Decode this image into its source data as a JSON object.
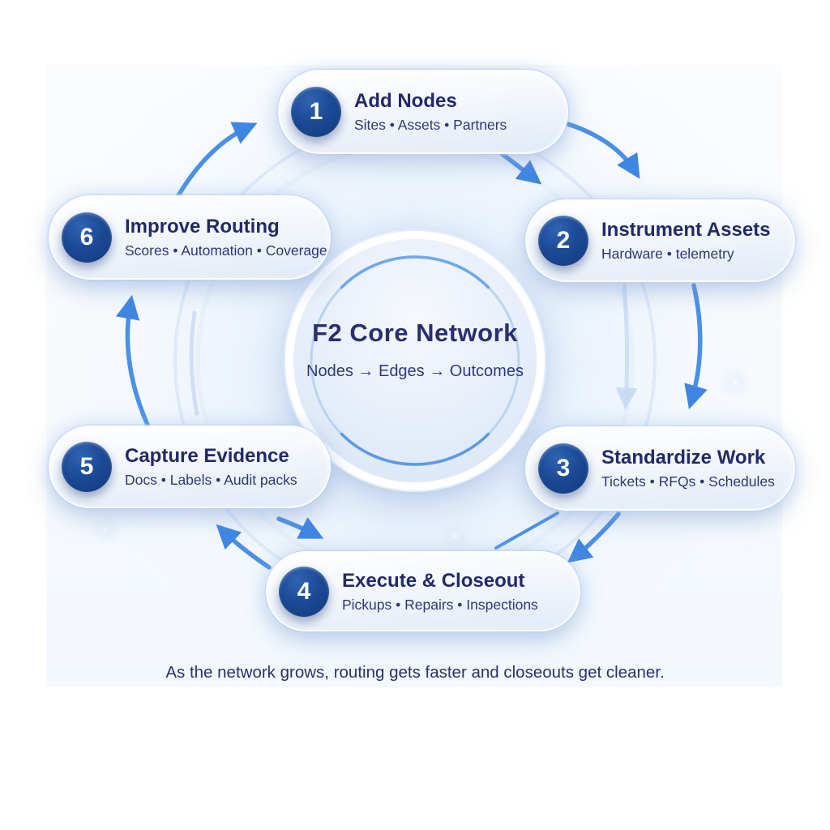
{
  "diagram": {
    "center": {
      "title": "F2 Core Network",
      "subtitle": "Nodes → Edges → Outcomes"
    },
    "steps": [
      {
        "number": "1",
        "title": "Add Nodes",
        "subtitle": "Sites • Assets • Partners"
      },
      {
        "number": "2",
        "title": "Instrument Assets",
        "subtitle": "Hardware • telemetry"
      },
      {
        "number": "3",
        "title": "Standardize Work",
        "subtitle": "Tickets • RFQs • Schedules"
      },
      {
        "number": "4",
        "title": "Execute & Closeout",
        "subtitle": "Pickups • Repairs • Inspections"
      },
      {
        "number": "5",
        "title": "Capture Evidence",
        "subtitle": "Docs • Labels • Audit packs"
      },
      {
        "number": "6",
        "title": "Improve Routing",
        "subtitle": "Scores • Automation • Coverage"
      }
    ],
    "caption": "As the network grows, routing gets faster and closeouts get cleaner.",
    "colors": {
      "arrow_blue": "#4a90e6",
      "badge_navy": "#16417f",
      "title_navy": "#232968",
      "subtitle_navy": "#2e3873",
      "ring_blue": "#6aa5e9"
    }
  }
}
